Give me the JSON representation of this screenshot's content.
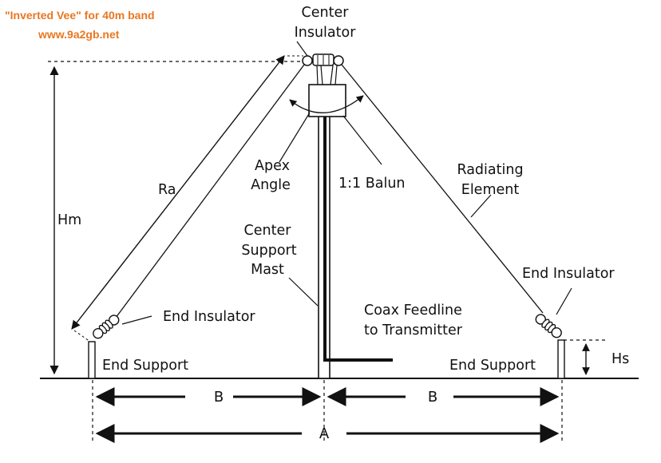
{
  "header": {
    "title": "\"Inverted Vee\" for 40m band",
    "website": "www.9a2gb.net"
  },
  "labels": {
    "center_insulator_1": "Center",
    "center_insulator_2": "Insulator",
    "apex_angle_1": "Apex",
    "apex_angle_2": "Angle",
    "balun": "1:1 Balun",
    "radiating_1": "Radiating",
    "radiating_2": "Element",
    "ra": "Ra",
    "hm": "Hm",
    "mast_1": "Center",
    "mast_2": "Support",
    "mast_3": "Mast",
    "end_insulator_left": "End Insulator",
    "end_insulator_right": "End Insulator",
    "coax_1": "Coax Feedline",
    "coax_2": "to Transmitter",
    "end_support_left": "End Support",
    "end_support_right": "End Support",
    "hs": "Hs",
    "b_left": "B",
    "b_right": "B",
    "a": "A"
  },
  "colors": {
    "header": "#e87722",
    "line": "#111111"
  }
}
